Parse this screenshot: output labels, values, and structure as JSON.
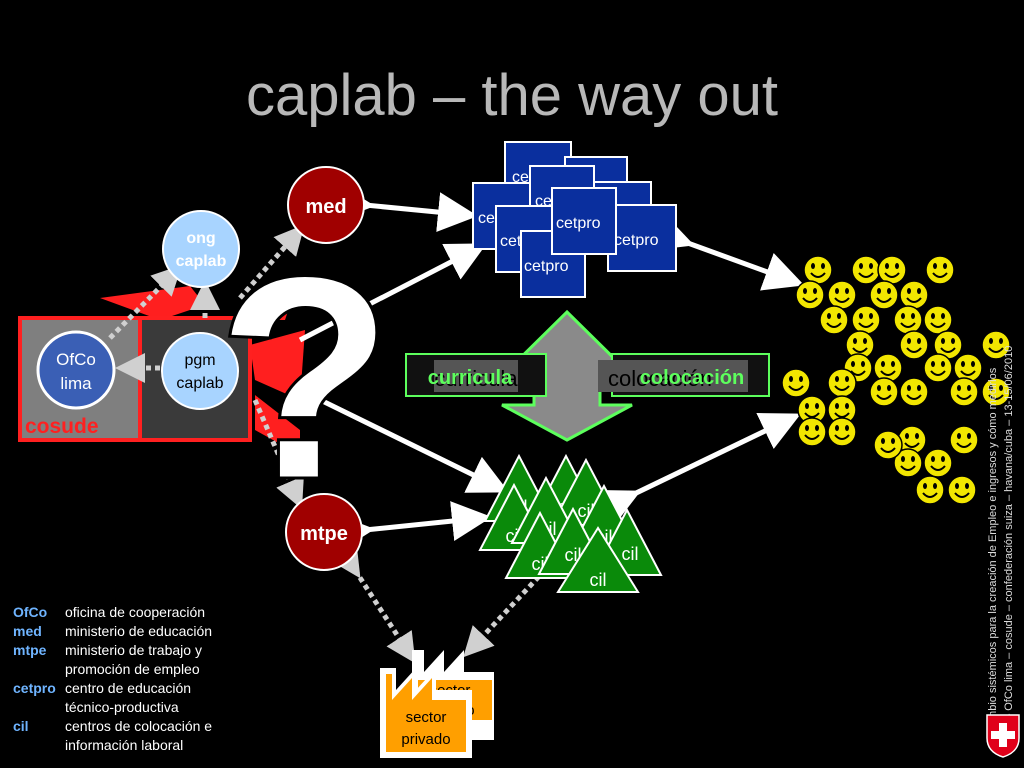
{
  "slide": {
    "title": "caplab – the way out"
  },
  "nodes": {
    "med": "med",
    "mtpe": "mtpe",
    "ong_line1": "ong",
    "ong_line2": "caplab",
    "ofco_line1": "OfCo",
    "ofco_line2": "lima",
    "pgm_line1": "pgm",
    "pgm_line2": "caplab",
    "cosude": "cosude",
    "question": "?"
  },
  "cetpro_cards": [
    "cetpro",
    "cetpro",
    "cetpro",
    "cetpro",
    "cetpro",
    "cetpro",
    "cetpro",
    "cetpro"
  ],
  "cil_triangles": [
    "cil",
    "cil",
    "cil",
    "cil",
    "cil",
    "cil",
    "cil",
    "cil"
  ],
  "sector_privado": {
    "back_line1": "sector",
    "back_line2": "privado",
    "front_line1": "sector",
    "front_line2": "privado"
  },
  "center": {
    "curricula_green": "curricula",
    "curricula_gray": "curricula",
    "colocacion_green": "colocación",
    "colocacion_gray": "colocación"
  },
  "legend": [
    {
      "abbr": "OfCo",
      "lines": [
        "oficina de cooperación"
      ]
    },
    {
      "abbr": "med",
      "lines": [
        "ministerio de educación"
      ]
    },
    {
      "abbr": "mtpe",
      "lines": [
        "ministerio de trabajo y",
        "promoción de empleo"
      ]
    },
    {
      "abbr": "cetpro",
      "lines": [
        "centro de educación",
        "técnico-productiva"
      ]
    },
    {
      "abbr": "cil",
      "lines": [
        "centros de colocación e",
        "información laboral"
      ]
    }
  ],
  "credits": {
    "line1": "Cambio sistémicos para la creación de Empleo e ingresos y cómo medirlos",
    "line2": "fjc – OfCo lima – cosude – confederación suiza – havana/cuba – 13-15/06/2010"
  },
  "colors": {
    "title": "#b8b8b8",
    "med_mtpe": "#a00000",
    "light_blue_node": "#a8d4ff",
    "ofco_node": "#3a5fb5",
    "cetpro": "#0a2f9e",
    "cil": "#0a8a0a",
    "smiley": "#f2e600",
    "factory": "#ff9f00",
    "cosude_red": "#ff1f1f"
  }
}
